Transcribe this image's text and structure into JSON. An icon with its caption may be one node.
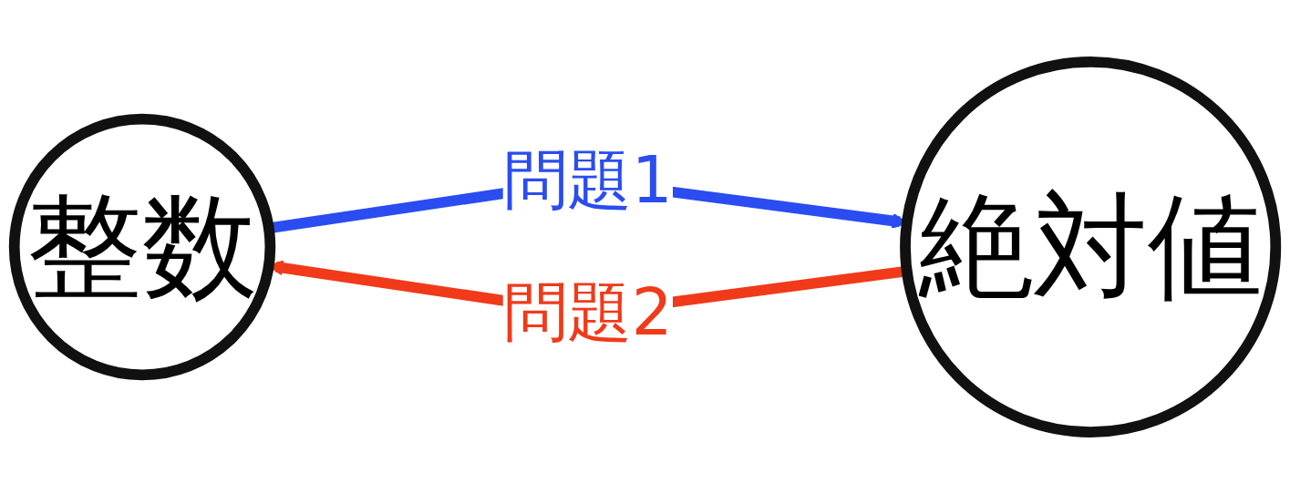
{
  "diagram": {
    "nodes": [
      {
        "text": [
          "整数"
        ]
      },
      {
        "text": [
          "絶対値"
        ]
      }
    ],
    "edges": [
      {
        "from": 0,
        "to": 1,
        "arrow": "to",
        "label": "問題1",
        "color": "#2b4cf0"
      },
      {
        "from": 1,
        "to": 0,
        "arrow": "to",
        "label": "問題2",
        "color": "#f03a1a"
      }
    ]
  }
}
